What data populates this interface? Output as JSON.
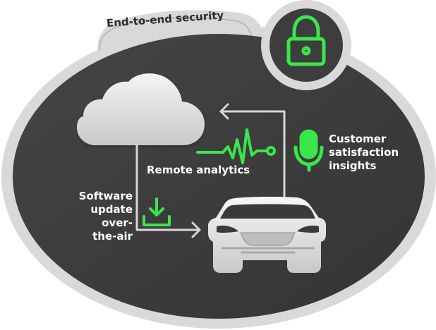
{
  "diagram": {
    "title": "End-to-end security",
    "labels": {
      "remote_analytics": "Remote analytics",
      "customer_insights": "Customer\nsatisfaction\ninsights",
      "software_update": "Software\nupdate over-\nthe-air"
    },
    "icons": {
      "security": "lock-icon",
      "cloud": "cloud-icon",
      "analytics": "waveform-icon",
      "voice": "microphone-icon",
      "download": "download-icon",
      "vehicle": "car-icon"
    },
    "colors": {
      "accent": "#39e64b",
      "panel": "#3b3b3b",
      "rim": "#d9d9d9",
      "connector": "#d7d7d7",
      "text": "#ffffff",
      "title_text": "#2b2b2b"
    }
  }
}
